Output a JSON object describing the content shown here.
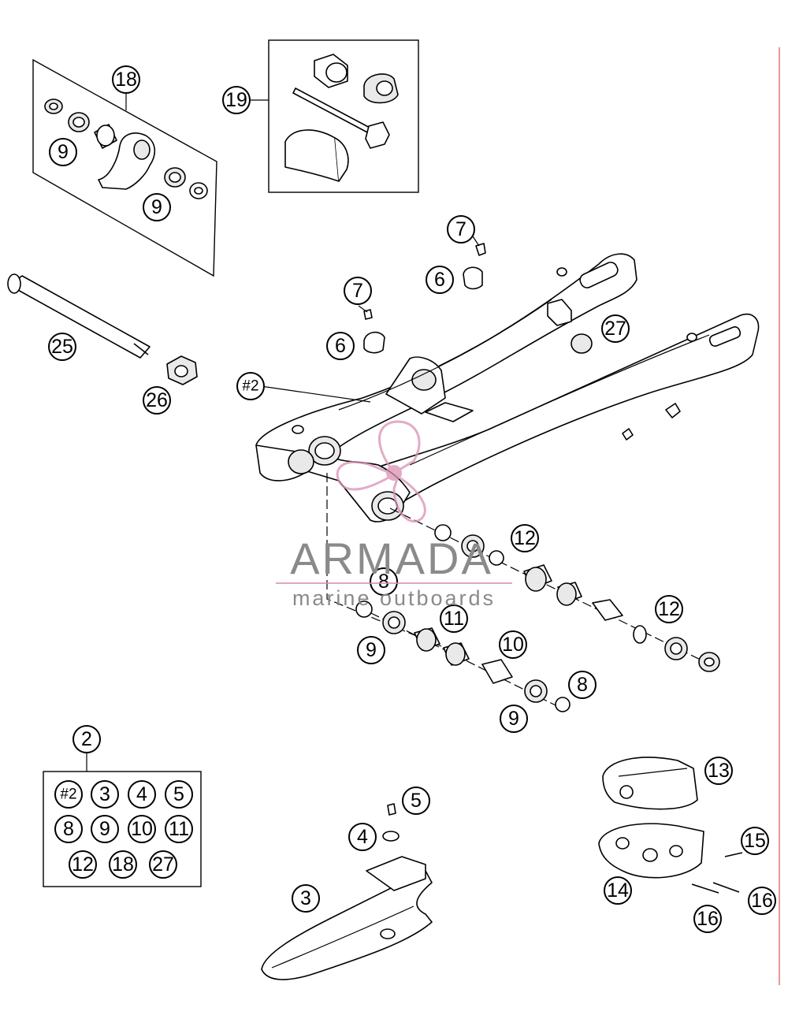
{
  "callouts": {
    "c18": "18",
    "c19": "19",
    "c9a": "9",
    "c9b": "9",
    "c7a": "7",
    "c6a": "6",
    "c7b": "7",
    "c6b": "6",
    "c27": "27",
    "c25": "25",
    "c26": "26",
    "c2hash": "#2",
    "c12a": "12",
    "c8a": "8",
    "c11": "11",
    "c9c": "9",
    "c10": "10",
    "c12b": "12",
    "c8b": "8",
    "c9d": "9",
    "c2": "2",
    "c13": "13",
    "c5": "5",
    "c4": "4",
    "c15": "15",
    "c3": "3",
    "c14": "14",
    "c16a": "16",
    "c16b": "16"
  },
  "kit_contents": [
    "#2",
    "3",
    "4",
    "5",
    "8",
    "9",
    "10",
    "11",
    "12",
    "18",
    "27"
  ],
  "watermark": {
    "brand": "ARMADA",
    "tagline": "marine outboards",
    "accent_color": "#d98fb4",
    "text_color": "#8a8a8a"
  },
  "colors": {
    "line": "#000000",
    "background": "#ffffff",
    "right_edge_line": "#e59a9a"
  }
}
